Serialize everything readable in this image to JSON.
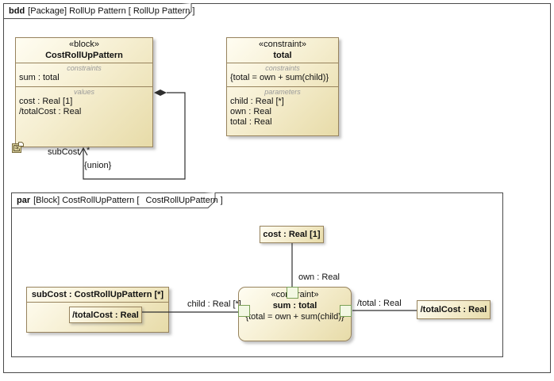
{
  "frame": {
    "keyword": "bdd",
    "title": "[Package] RollUp Pattern [ RollUp Pattern ]"
  },
  "block": {
    "stereotype": "«block»",
    "name": "CostRollUpPattern",
    "constraints_label": "constraints",
    "constraints_items": [
      "sum : total"
    ],
    "values_label": "values",
    "values_items": [
      "cost : Real [1]",
      "/totalCost : Real"
    ]
  },
  "constraint_block": {
    "stereotype": "«constraint»",
    "name": "total",
    "constraints_label": "constraints",
    "constraints_items": [
      "{total = own + sum(child)}"
    ],
    "parameters_label": "parameters",
    "parameters_items": [
      "child : Real [*]",
      "own : Real",
      "total : Real"
    ]
  },
  "association": {
    "role": "subCost",
    "multiplicity": "*",
    "constraint": "{union}"
  },
  "par": {
    "keyword": "par",
    "title_before_icon": "[Block] CostRollUpPattern [ ",
    "title_after_icon": " CostRollUpPattern ]",
    "cost_box": "cost : Real [1]",
    "subcost_header": "subCost : CostRollUpPattern [*]",
    "subcost_value": "/totalCost : Real",
    "constraint_stereotype": "«constraint»",
    "constraint_name": "sum : total",
    "constraint_expression": "{total = own + sum(child)}",
    "own_label": "own : Real",
    "child_label": "child : Real [*]",
    "total_label": "/total : Real",
    "totalcost_box": "/totalCost : Real"
  },
  "colors": {
    "element_fill_light": "#fffdf2",
    "element_fill_dark": "#e7dba8",
    "element_border": "#97835d",
    "port_fill": "#f3f8e3",
    "port_border": "#7ba157",
    "frame_line": "#4a4a4a",
    "connector": "#2e2e2e",
    "compartment_label": "#9a9a9a"
  }
}
